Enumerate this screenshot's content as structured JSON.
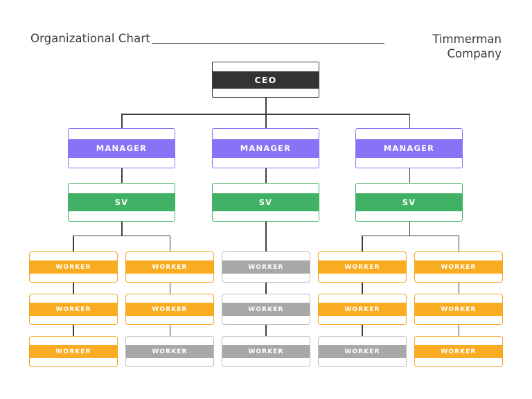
{
  "header": {
    "title": "Organizational Chart",
    "company_line1": "Timmerman",
    "company_line2": "Company"
  },
  "colors": {
    "ceo": "#333333",
    "manager": "#8673f5",
    "supervisor": "#41b265",
    "worker_active": "#f9ab21",
    "worker_inactive": "#a8a8a8",
    "connector": "#3d3d3d",
    "background": "#ffffff"
  },
  "chart_data": {
    "type": "diagram",
    "title": "Organizational Chart",
    "nodes": {
      "ceo": {
        "label": "CEO",
        "style": "dark"
      },
      "managers": [
        {
          "label": "MANAGER",
          "style": "purple"
        },
        {
          "label": "MANAGER",
          "style": "purple"
        },
        {
          "label": "MANAGER",
          "style": "purple"
        }
      ],
      "supervisors": [
        {
          "label": "SV",
          "style": "green"
        },
        {
          "label": "SV",
          "style": "green"
        },
        {
          "label": "SV",
          "style": "green"
        }
      ],
      "worker_columns": [
        {
          "parent": "supervisor-1",
          "workers": [
            {
              "label": "WORKER",
              "style": "orange"
            },
            {
              "label": "WORKER",
              "style": "orange"
            },
            {
              "label": "WORKER",
              "style": "orange"
            }
          ]
        },
        {
          "parent": "supervisor-1",
          "workers": [
            {
              "label": "WORKER",
              "style": "orange"
            },
            {
              "label": "WORKER",
              "style": "orange"
            },
            {
              "label": "WORKER",
              "style": "grey"
            }
          ]
        },
        {
          "parent": "supervisor-2",
          "workers": [
            {
              "label": "WORKER",
              "style": "grey"
            },
            {
              "label": "WORKER",
              "style": "grey"
            },
            {
              "label": "WORKER",
              "style": "grey"
            }
          ]
        },
        {
          "parent": "supervisor-3",
          "workers": [
            {
              "label": "WORKER",
              "style": "orange"
            },
            {
              "label": "WORKER",
              "style": "orange"
            },
            {
              "label": "WORKER",
              "style": "grey"
            }
          ]
        },
        {
          "parent": "supervisor-3",
          "workers": [
            {
              "label": "WORKER",
              "style": "orange"
            },
            {
              "label": "WORKER",
              "style": "orange"
            },
            {
              "label": "WORKER",
              "style": "orange"
            }
          ]
        }
      ]
    },
    "levels": [
      "CEO",
      "MANAGER",
      "SV",
      "WORKER"
    ],
    "counts": {
      "ceo": 1,
      "managers": 3,
      "supervisors": 3,
      "workers": 15
    }
  }
}
